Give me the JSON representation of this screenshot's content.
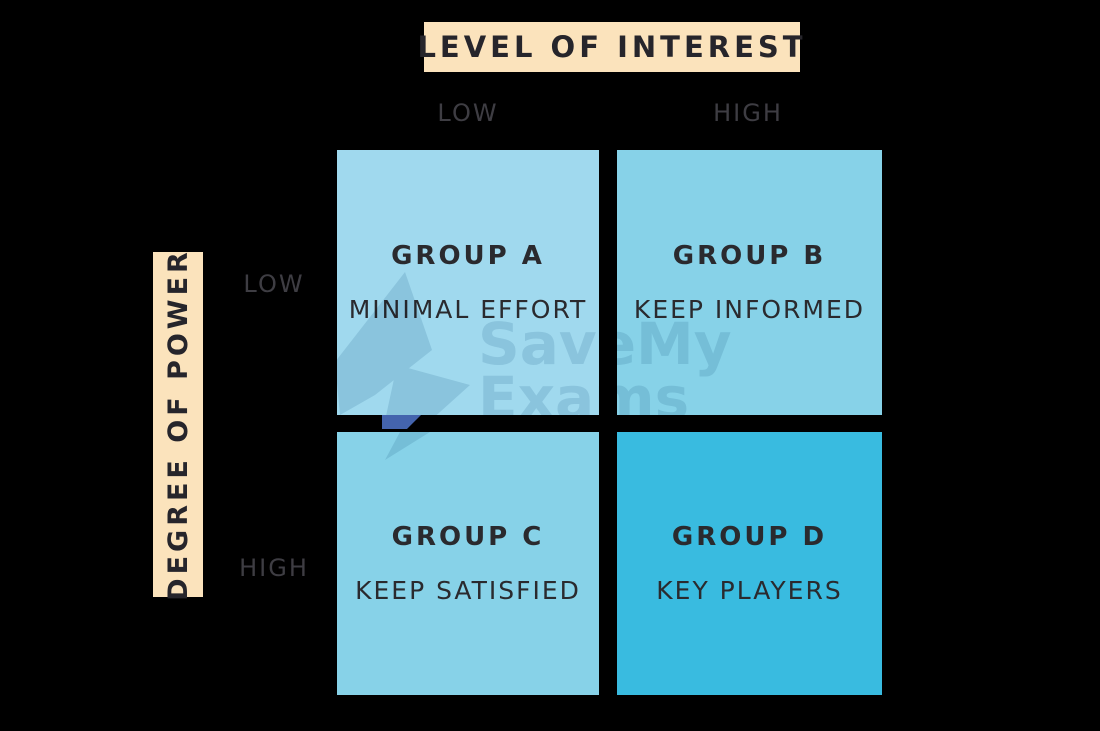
{
  "diagram": {
    "type": "stakeholder-power-interest-matrix"
  },
  "x_axis": {
    "title": "LEVEL OF INTEREST",
    "low": "LOW",
    "high": "HIGH"
  },
  "y_axis": {
    "title": "DEGREE OF POWER",
    "low": "LOW",
    "high": "HIGH"
  },
  "quadrants": [
    {
      "id": "A",
      "group": "GROUP A",
      "strategy": "MINIMAL EFFORT",
      "interest": "LOW",
      "power": "LOW",
      "color": "#A0D9EE"
    },
    {
      "id": "B",
      "group": "GROUP B",
      "strategy": "KEEP INFORMED",
      "interest": "HIGH",
      "power": "LOW",
      "color": "#87D2E8"
    },
    {
      "id": "C",
      "group": "GROUP C",
      "strategy": "KEEP SATISFIED",
      "interest": "LOW",
      "power": "HIGH",
      "color": "#87D2E8"
    },
    {
      "id": "D",
      "group": "GROUP D",
      "strategy": "KEY PLAYERS",
      "interest": "HIGH",
      "power": "HIGH",
      "color": "#39BBE0"
    }
  ],
  "watermark": {
    "line1": "SaveMy",
    "line2": "Exams"
  },
  "colors": {
    "background": "#000000",
    "axis_label_bg": "#FBE3BC",
    "axis_text": "#26252B",
    "tick_text": "#3E3D43",
    "quadrant_text": "#2A2A2E",
    "watermark_tint": "#DCE7ED",
    "bolt_accent": "#4464AD"
  }
}
